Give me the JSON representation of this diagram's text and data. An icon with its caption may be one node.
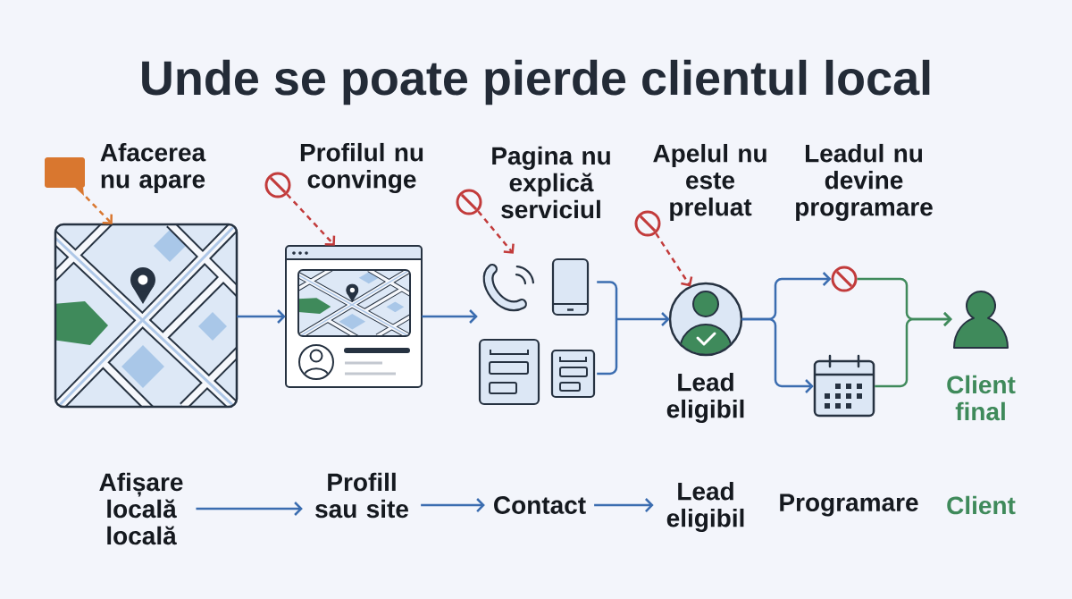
{
  "diagram": {
    "title": "Unde se poate pierde clientul local",
    "nodes": [
      {
        "text": [
          "Afacerea nu apare"
        ]
      },
      {
        "text": [
          "Profilul nu convinge"
        ]
      },
      {
        "text": [
          "Pagina nu explică serviciul"
        ]
      },
      {
        "text": [
          "Apelul nu este preluat"
        ]
      },
      {
        "text": [],
        "shape": "picture"
      },
      {
        "text": [],
        "shape": "picture"
      },
      {
        "text": [],
        "shape": "picture"
      },
      {
        "text": [
          "Lead eligibil"
        ]
      },
      {
        "text": [],
        "shape": "circle"
      },
      {
        "text": [],
        "shape": "picture"
      },
      {
        "text": [
          "Client final"
        ]
      },
      {
        "text": [
          "Afișare locală locală"
        ]
      },
      {
        "text": [
          "Profill sau site"
        ]
      },
      {
        "text": [
          "Contact"
        ]
      },
      {
        "text": [
          "Lead eligibil"
        ]
      }
    ],
    "edges": [
      {
        "from": 4,
        "to": 5,
        "arrow": "to"
      },
      {
        "from": 5,
        "to": 6,
        "arrow": "to"
      },
      {
        "from": 6,
        "to": 7,
        "arrow": "to"
      },
      {
        "from": 7,
        "to": 8,
        "arrow": "to"
      },
      {
        "from": 7,
        "to": 9,
        "arrow": "to"
      },
      {
        "from": 8,
        "to": 10,
        "arrow": "to",
        "color": "#3f8a5b"
      },
      {
        "from": 9,
        "to": 10,
        "arrow": "to",
        "color": "#3f8a5b"
      },
      {
        "from": 0,
        "to": 4,
        "arrow": "to",
        "style": "dashed",
        "color": "#d9772f"
      },
      {
        "from": 1,
        "to": 5,
        "arrow": "to",
        "style": "dashed",
        "color": "#c23b3b"
      },
      {
        "from": 2,
        "to": 6,
        "arrow": "to",
        "style": "dashed",
        "color": "#c23b3b"
      },
      {
        "from": 3,
        "to": 7,
        "arrow": "to",
        "style": "dashed",
        "color": "#c23b3b"
      },
      {
        "from": 11,
        "to": 12,
        "arrow": "to"
      },
      {
        "from": 12,
        "to": 13,
        "arrow": "to"
      },
      {
        "from": 13,
        "to": 14,
        "arrow": "to"
      }
    ],
    "labels": [
      "Leadul nu devine programare",
      "Programare",
      "Client"
    ]
  }
}
